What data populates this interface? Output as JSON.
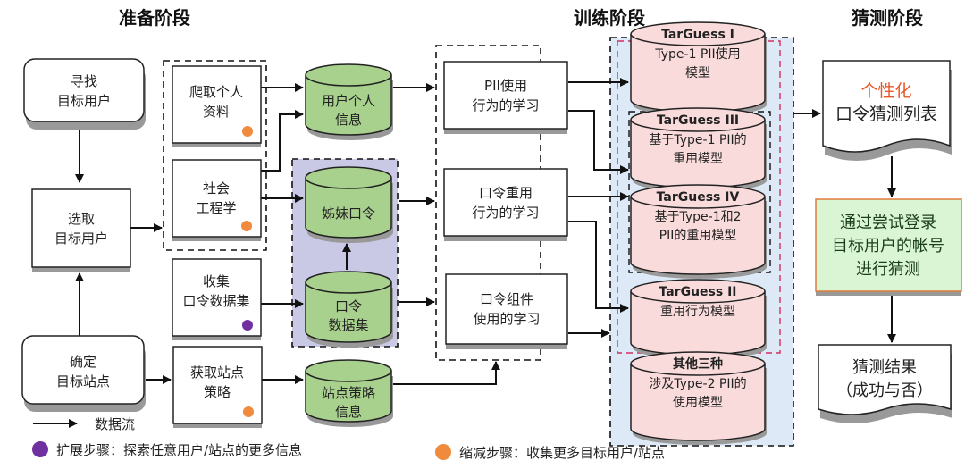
{
  "stages": {
    "prepare": "准备阶段",
    "train": "训练阶段",
    "guess": "猜测阶段"
  },
  "prepare": {
    "find_user": [
      "寻找",
      "目标用户"
    ],
    "select_user": [
      "选取",
      "目标用户"
    ],
    "determine_site": [
      "确定",
      "目标站点"
    ],
    "crawl_profile": [
      "爬取个人",
      "资料"
    ],
    "social_eng": [
      "社会",
      "工程学"
    ],
    "collect_pw": [
      "收集",
      "口令数据集"
    ],
    "get_policy": [
      "获取站点",
      "策略"
    ],
    "db_user_info": [
      "用户个人",
      "信息"
    ],
    "db_sister_pw": [
      "姊妹口令"
    ],
    "db_pw_dataset": [
      "口令",
      "数据集"
    ],
    "db_site_policy": [
      "站点策略",
      "信息"
    ]
  },
  "train": {
    "pii_learn": [
      "PII使用",
      "行为的学习"
    ],
    "reuse_learn": [
      "口令重用",
      "行为的学习"
    ],
    "component_learn": [
      "口令组件",
      "使用的学习"
    ],
    "models": [
      {
        "title": "TarGuess I",
        "lines": [
          "Type-1 PII使用",
          "模型"
        ]
      },
      {
        "title": "TarGuess III",
        "lines": [
          "基于Type-1 PII的",
          "重用模型"
        ]
      },
      {
        "title": "TarGuess IV",
        "lines": [
          "基于Type-1和2",
          "PII的重用模型"
        ]
      },
      {
        "title": "TarGuess II",
        "lines": [
          "重用行为模型"
        ]
      },
      {
        "title": "其他三种",
        "lines": [
          "涉及Type-2 PII的",
          "使用模型"
        ]
      }
    ]
  },
  "guess": {
    "list_highlight": "个性化",
    "list_label": "口令猜测列表",
    "attempt": [
      "通过尝试登录",
      "目标用户的帐号",
      "进行猜测"
    ],
    "result": [
      "猜测结果",
      "（成功与否）"
    ]
  },
  "legend": {
    "dataflow": "数据流",
    "expand": "扩展步骤：探索任意用户/站点的更多信息",
    "shrink": "缩减步骤：收集更多目标用户/站点"
  },
  "colors": {
    "db_green": "#a9d18e",
    "model_pink": "#fadbdb",
    "train_bg": "#dde9f6",
    "sister_bg": "#c9c9e6",
    "attempt_bg": "#d9f5d3",
    "attempt_border": "#e07b39",
    "expand_dot": "#7030a0",
    "shrink_dot": "#f08a3c",
    "red_arrow": "#e02020",
    "highlight_text": "#e8572a"
  }
}
